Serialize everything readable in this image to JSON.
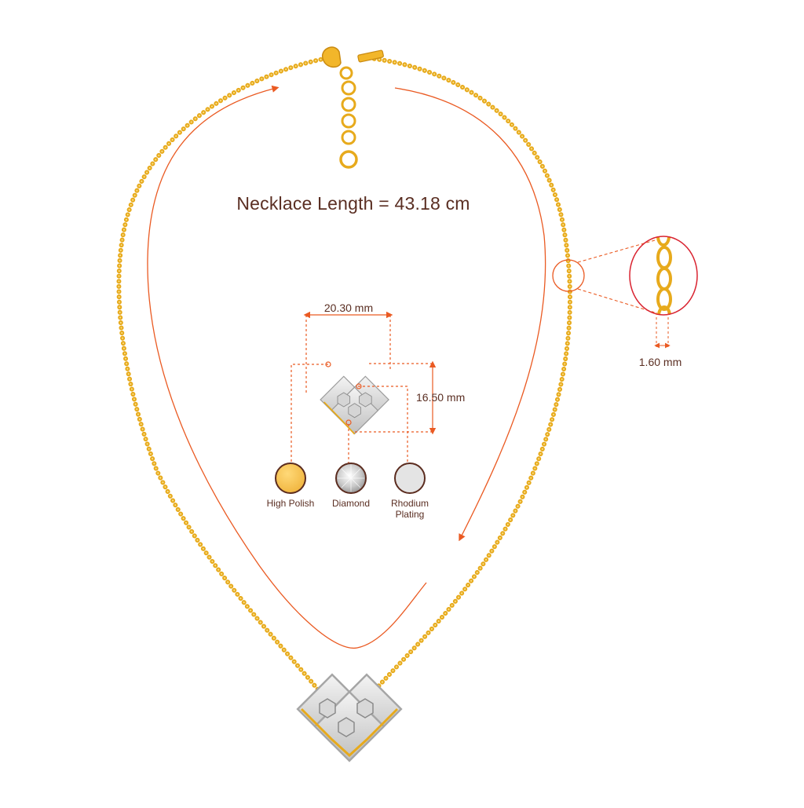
{
  "diagram": {
    "title": "Necklace Length = 43.18 cm",
    "dimensions": {
      "pendant_width": "20.30 mm",
      "pendant_height": "16.50 mm",
      "chain_thickness": "1.60 mm"
    },
    "materials": [
      {
        "label": "High Polish",
        "color": "#f5c15a"
      },
      {
        "label": "Diamond",
        "color": "#d9d9d9"
      },
      {
        "label": "Rhodium Plating",
        "color": "#e4e4e4"
      }
    ],
    "colors": {
      "gold": "#e7aa1c",
      "gold_light": "#f8d263",
      "annotation": "#ea5a22",
      "text": "#5a2e22",
      "swatch_ring": "#5b2c1f",
      "zoom_circle": "#d92330"
    }
  }
}
